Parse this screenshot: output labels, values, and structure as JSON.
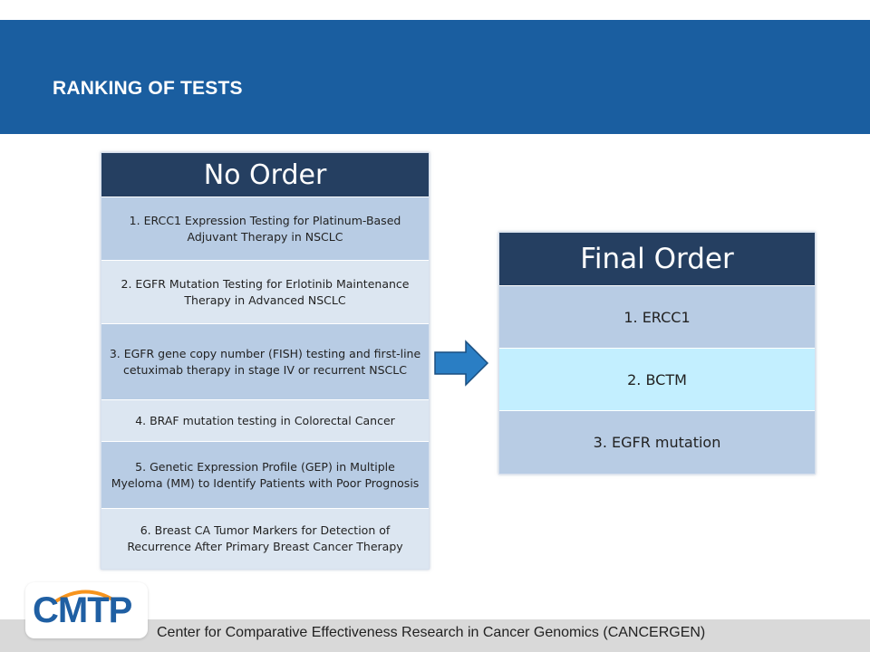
{
  "header": {
    "title": "RANKING OF TESTS"
  },
  "no_order": {
    "title": "No Order",
    "items": [
      "1. ERCC1 Expression Testing for Platinum-Based Adjuvant Therapy in NSCLC",
      "2. EGFR Mutation Testing for Erlotinib Maintenance Therapy in Advanced NSCLC",
      "3. EGFR gene copy number (FISH) testing and first-line cetuximab therapy in stage IV or recurrent NSCLC",
      "4. BRAF mutation testing in Colorectal Cancer",
      "5. Genetic Expression Profile (GEP) in Multiple Myeloma (MM) to Identify Patients with Poor Prognosis",
      "6. Breast CA Tumor Markers for Detection of Recurrence After Primary Breast Cancer Therapy"
    ]
  },
  "final_order": {
    "title": "Final Order",
    "items": [
      "1. ERCC1",
      "2. BCTM",
      "3. EGFR mutation"
    ]
  },
  "footer": {
    "logo": "CMTP",
    "text": "Center for Comparative Effectiveness Research in Cancer Genomics (CANCERGEN)"
  },
  "colors": {
    "header_bg": "#1a5ea0",
    "table_head": "#253f61",
    "row_dark": "#b8cce4",
    "row_light": "#dce6f1",
    "row_highlight": "#c3efff",
    "arrow": "#2a7ec4"
  }
}
